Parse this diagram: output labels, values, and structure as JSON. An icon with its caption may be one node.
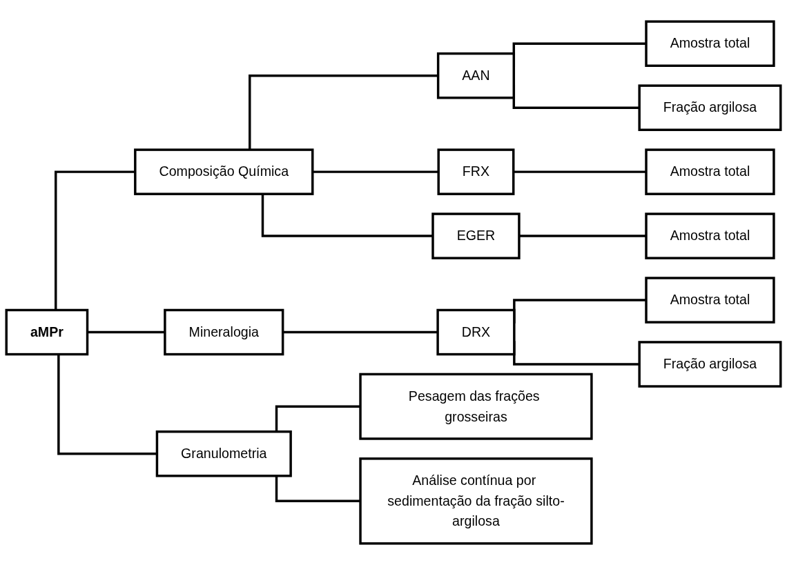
{
  "diagram": {
    "nodes": [
      {
        "text": [
          "aMPr"
        ]
      },
      {
        "text": [
          "Composição Química"
        ]
      },
      {
        "text": [
          "Mineralogia"
        ]
      },
      {
        "text": [
          "Granulometria"
        ]
      },
      {
        "text": [
          "AAN"
        ]
      },
      {
        "text": [
          "FRX"
        ]
      },
      {
        "text": [
          "EGER"
        ]
      },
      {
        "text": [
          "Amostra total"
        ]
      },
      {
        "text": [
          "Fração argilosa"
        ]
      },
      {
        "text": [
          "Amostra total"
        ]
      },
      {
        "text": [
          "Amostra total"
        ]
      },
      {
        "text": [
          "DRX"
        ]
      },
      {
        "text": [
          "Amostra total"
        ]
      },
      {
        "text": [
          "Fração argilosa"
        ]
      },
      {
        "text": [
          "Pesagem das frações grosseiras"
        ]
      },
      {
        "text": [
          "Análise contínua por sedimentação da fração silto-argilosa"
        ]
      }
    ],
    "edges": [
      {
        "from": 0,
        "to": 1,
        "arrow": "none"
      },
      {
        "from": 0,
        "to": 2,
        "arrow": "none"
      },
      {
        "from": 0,
        "to": 3,
        "arrow": "none"
      },
      {
        "from": 1,
        "to": 4,
        "arrow": "none"
      },
      {
        "from": 1,
        "to": 5,
        "arrow": "none"
      },
      {
        "from": 1,
        "to": 6,
        "arrow": "none"
      },
      {
        "from": 4,
        "to": 7,
        "arrow": "none"
      },
      {
        "from": 4,
        "to": 8,
        "arrow": "none"
      },
      {
        "from": 5,
        "to": 9,
        "arrow": "none"
      },
      {
        "from": 6,
        "to": 10,
        "arrow": "none"
      },
      {
        "from": 2,
        "to": 11,
        "arrow": "none"
      },
      {
        "from": 11,
        "to": 12,
        "arrow": "none"
      },
      {
        "from": 11,
        "to": 13,
        "arrow": "none"
      },
      {
        "from": 3,
        "to": 14,
        "arrow": "none"
      },
      {
        "from": 3,
        "to": 15,
        "arrow": "none"
      }
    ]
  }
}
